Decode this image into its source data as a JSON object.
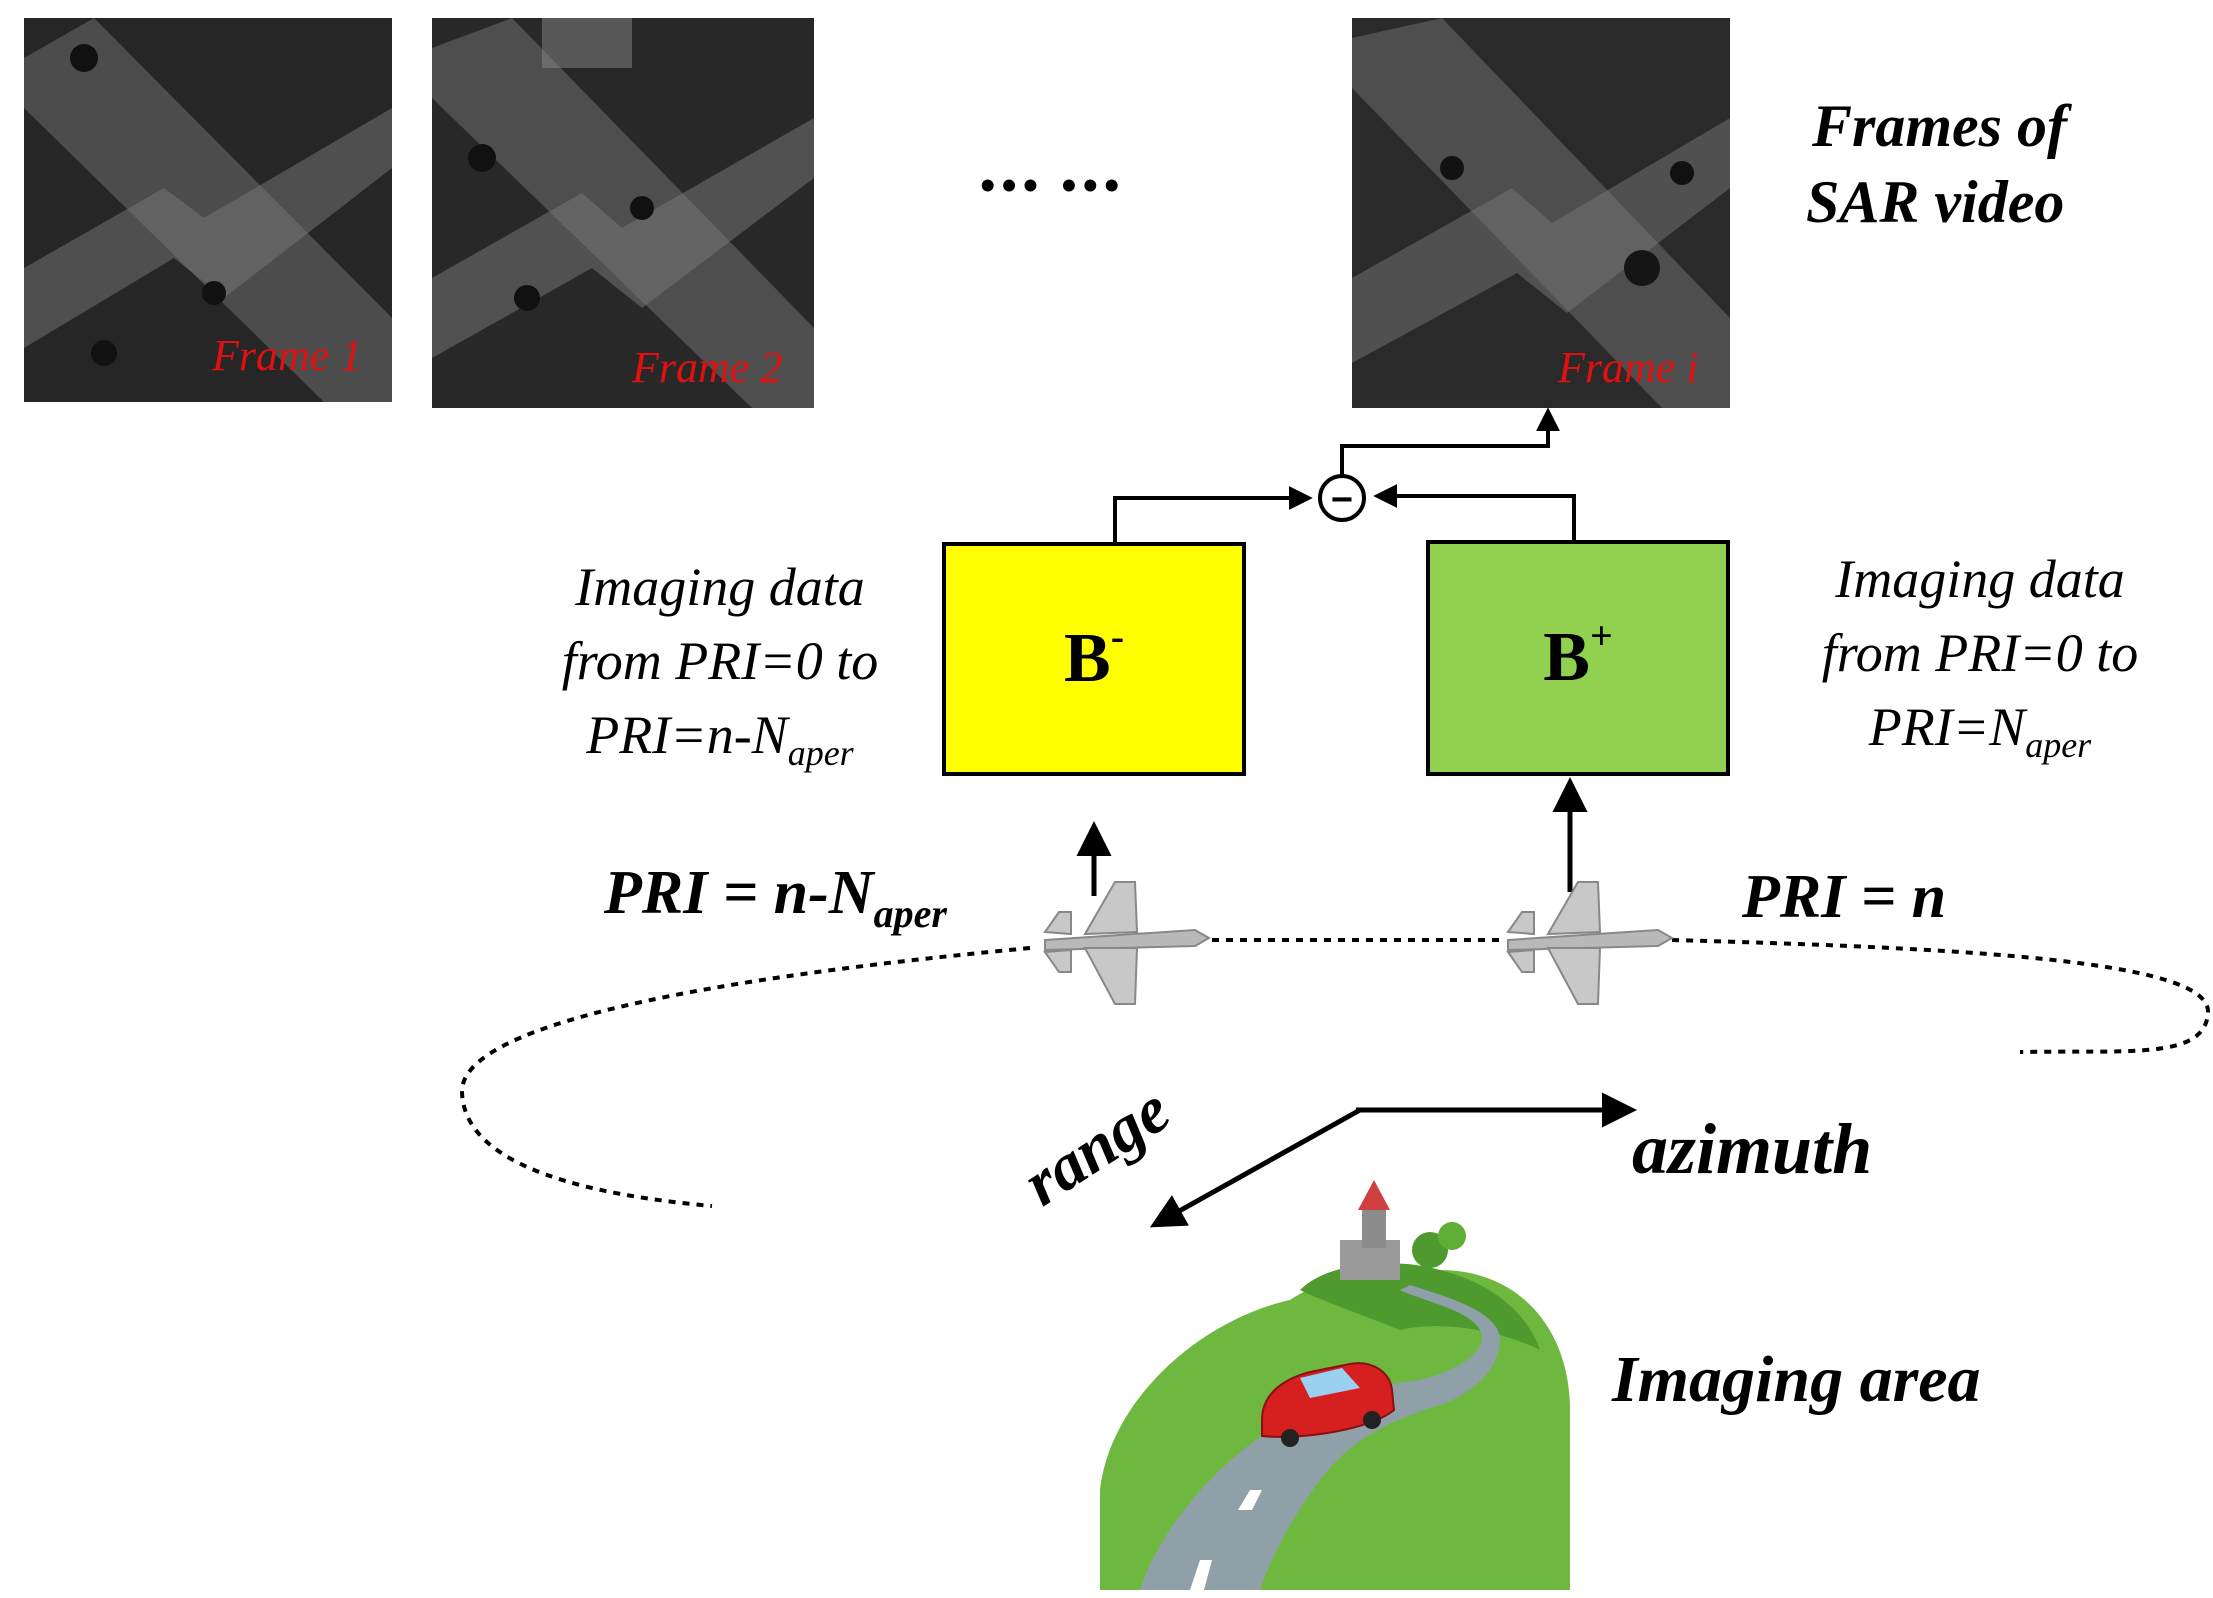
{
  "frames": [
    {
      "label": "Frame 1"
    },
    {
      "label": "Frame 2"
    },
    {
      "label": "Frame i"
    }
  ],
  "ellipsis": "•••  •••",
  "title_line1": "Frames of",
  "title_line2": "SAR video",
  "box_minus": {
    "label": "B",
    "sup": "-",
    "color": "#ffff00"
  },
  "box_plus": {
    "label": "B",
    "sup": "+",
    "color": "#92d050"
  },
  "left_desc": {
    "line1": "Imaging data",
    "line2": "from PRI=0 to",
    "line3_prefix": "PRI=n-N",
    "line3_sub": "aper"
  },
  "right_desc": {
    "line1": "Imaging data",
    "line2": "from PRI=0 to",
    "line3_prefix": "PRI=N",
    "line3_sub": "aper"
  },
  "pri_left": {
    "prefix": "PRI = n-N",
    "sub": "aper"
  },
  "pri_right": "PRI = n",
  "subtract_symbol": "−",
  "range_label": "range",
  "azimuth_label": "azimuth",
  "imaging_area_label": "Imaging area",
  "colors": {
    "frame_label": "#e01010",
    "box_minus": "#ffff00",
    "box_plus": "#92d050"
  }
}
